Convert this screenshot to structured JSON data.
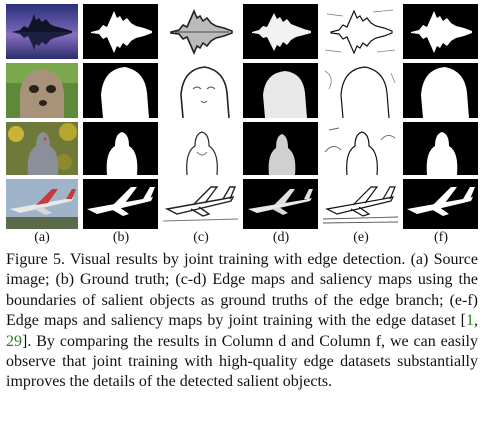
{
  "figure": {
    "columns": [
      {
        "label": "(a)"
      },
      {
        "label": "(b)"
      },
      {
        "label": "(c)"
      },
      {
        "label": "(d)"
      },
      {
        "label": "(e)"
      },
      {
        "label": "(f)"
      }
    ],
    "rows": [
      {
        "subject": "castle-reflection"
      },
      {
        "subject": "meerkat"
      },
      {
        "subject": "pigeon"
      },
      {
        "subject": "airplane"
      }
    ]
  },
  "caption": {
    "part1": "Figure 5. Visual results by joint training with edge detection. (a) Source image; (b) Ground truth; (c-d) Edge maps and saliency maps using the boundaries of salient objects as ground truths of the edge branch; (e-f) Edge maps and saliency maps by joint training with the edge dataset [",
    "ref1": "1",
    "sep": ", ",
    "ref2": "29",
    "part2": "]. By comparing the results in Column d and Column f, we can easily observe that joint training with high-quality edge datasets substantially improves the details of the detected salient objects."
  },
  "colors": {
    "link": "#2a7a2a",
    "mask": "#ffffff",
    "background": "#000000"
  }
}
